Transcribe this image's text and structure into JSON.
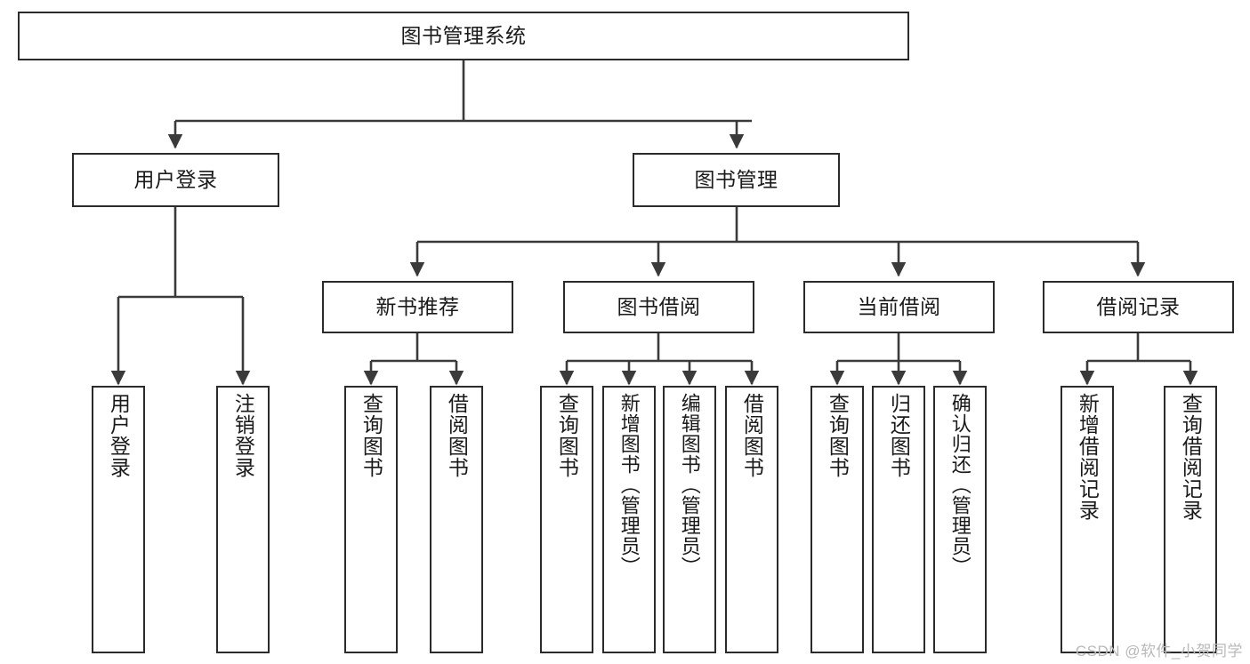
{
  "diagram": {
    "title": "图书管理系统",
    "type": "hierarchy-tree",
    "watermark": "CSDN @软件_小贺同学",
    "colors": {
      "box_border": "#2b2b2b",
      "box_fill": "#ffffff",
      "connector": "#3a3a3a",
      "text": "#1a1a1a",
      "watermark": "#b9b9b9"
    },
    "nodes": {
      "root": {
        "label": "图书管理系统"
      },
      "level2": [
        {
          "id": "user-login",
          "label": "用户登录"
        },
        {
          "id": "book-management",
          "label": "图书管理"
        }
      ],
      "level3": [
        {
          "id": "new-book-recommend",
          "label": "新书推荐"
        },
        {
          "id": "book-borrow",
          "label": "图书借阅"
        },
        {
          "id": "current-borrow",
          "label": "当前借阅"
        },
        {
          "id": "borrow-record",
          "label": "借阅记录"
        }
      ],
      "leaves": {
        "user_login": [
          {
            "id": "leaf-user-login",
            "label": "用户登录"
          },
          {
            "id": "leaf-logout-login",
            "label": "注销登录"
          }
        ],
        "new_book_recommend": [
          {
            "id": "leaf-query-book-1",
            "label": "查询图书"
          },
          {
            "id": "leaf-borrow-book-1",
            "label": "借阅图书"
          }
        ],
        "book_borrow": [
          {
            "id": "leaf-query-book-2",
            "label": "查询图书"
          },
          {
            "id": "leaf-add-book",
            "label": "新增图书（管理员）"
          },
          {
            "id": "leaf-edit-book",
            "label": "编辑图书（管理员）"
          },
          {
            "id": "leaf-borrow-book-2",
            "label": "借阅图书"
          }
        ],
        "current_borrow": [
          {
            "id": "leaf-query-book-3",
            "label": "查询图书"
          },
          {
            "id": "leaf-return-book",
            "label": "归还图书"
          },
          {
            "id": "leaf-confirm-return",
            "label": "确认归还（管理员）"
          }
        ],
        "borrow_record": [
          {
            "id": "leaf-add-record",
            "label": "新增借阅记录"
          },
          {
            "id": "leaf-query-record",
            "label": "查询借阅记录"
          }
        ]
      }
    }
  }
}
